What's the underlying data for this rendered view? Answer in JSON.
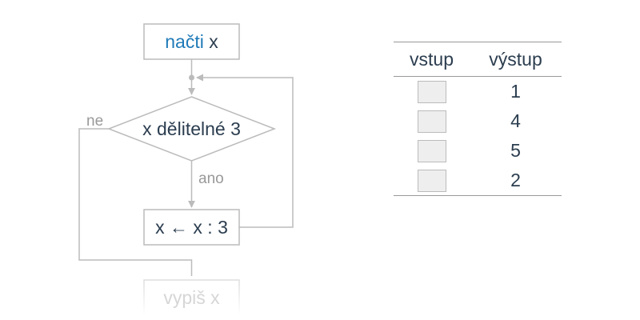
{
  "flowchart": {
    "start_keyword": "načti",
    "start_var": " x",
    "condition": "x dělitelné 3",
    "yes_label": "ano",
    "no_label": "ne",
    "operation": "x ← x : 3",
    "end_label": "vypiš x"
  },
  "table": {
    "headers": {
      "input": "vstup",
      "output": "výstup"
    },
    "rows": [
      {
        "input": "",
        "output": "1"
      },
      {
        "input": "",
        "output": "4"
      },
      {
        "input": "",
        "output": "5"
      },
      {
        "input": "",
        "output": "2"
      }
    ]
  },
  "colors": {
    "keyword": "#1f7ab8",
    "text": "#2b3d4f",
    "lines": "#bbbbbb",
    "faded_text": "#d6d6d6"
  }
}
